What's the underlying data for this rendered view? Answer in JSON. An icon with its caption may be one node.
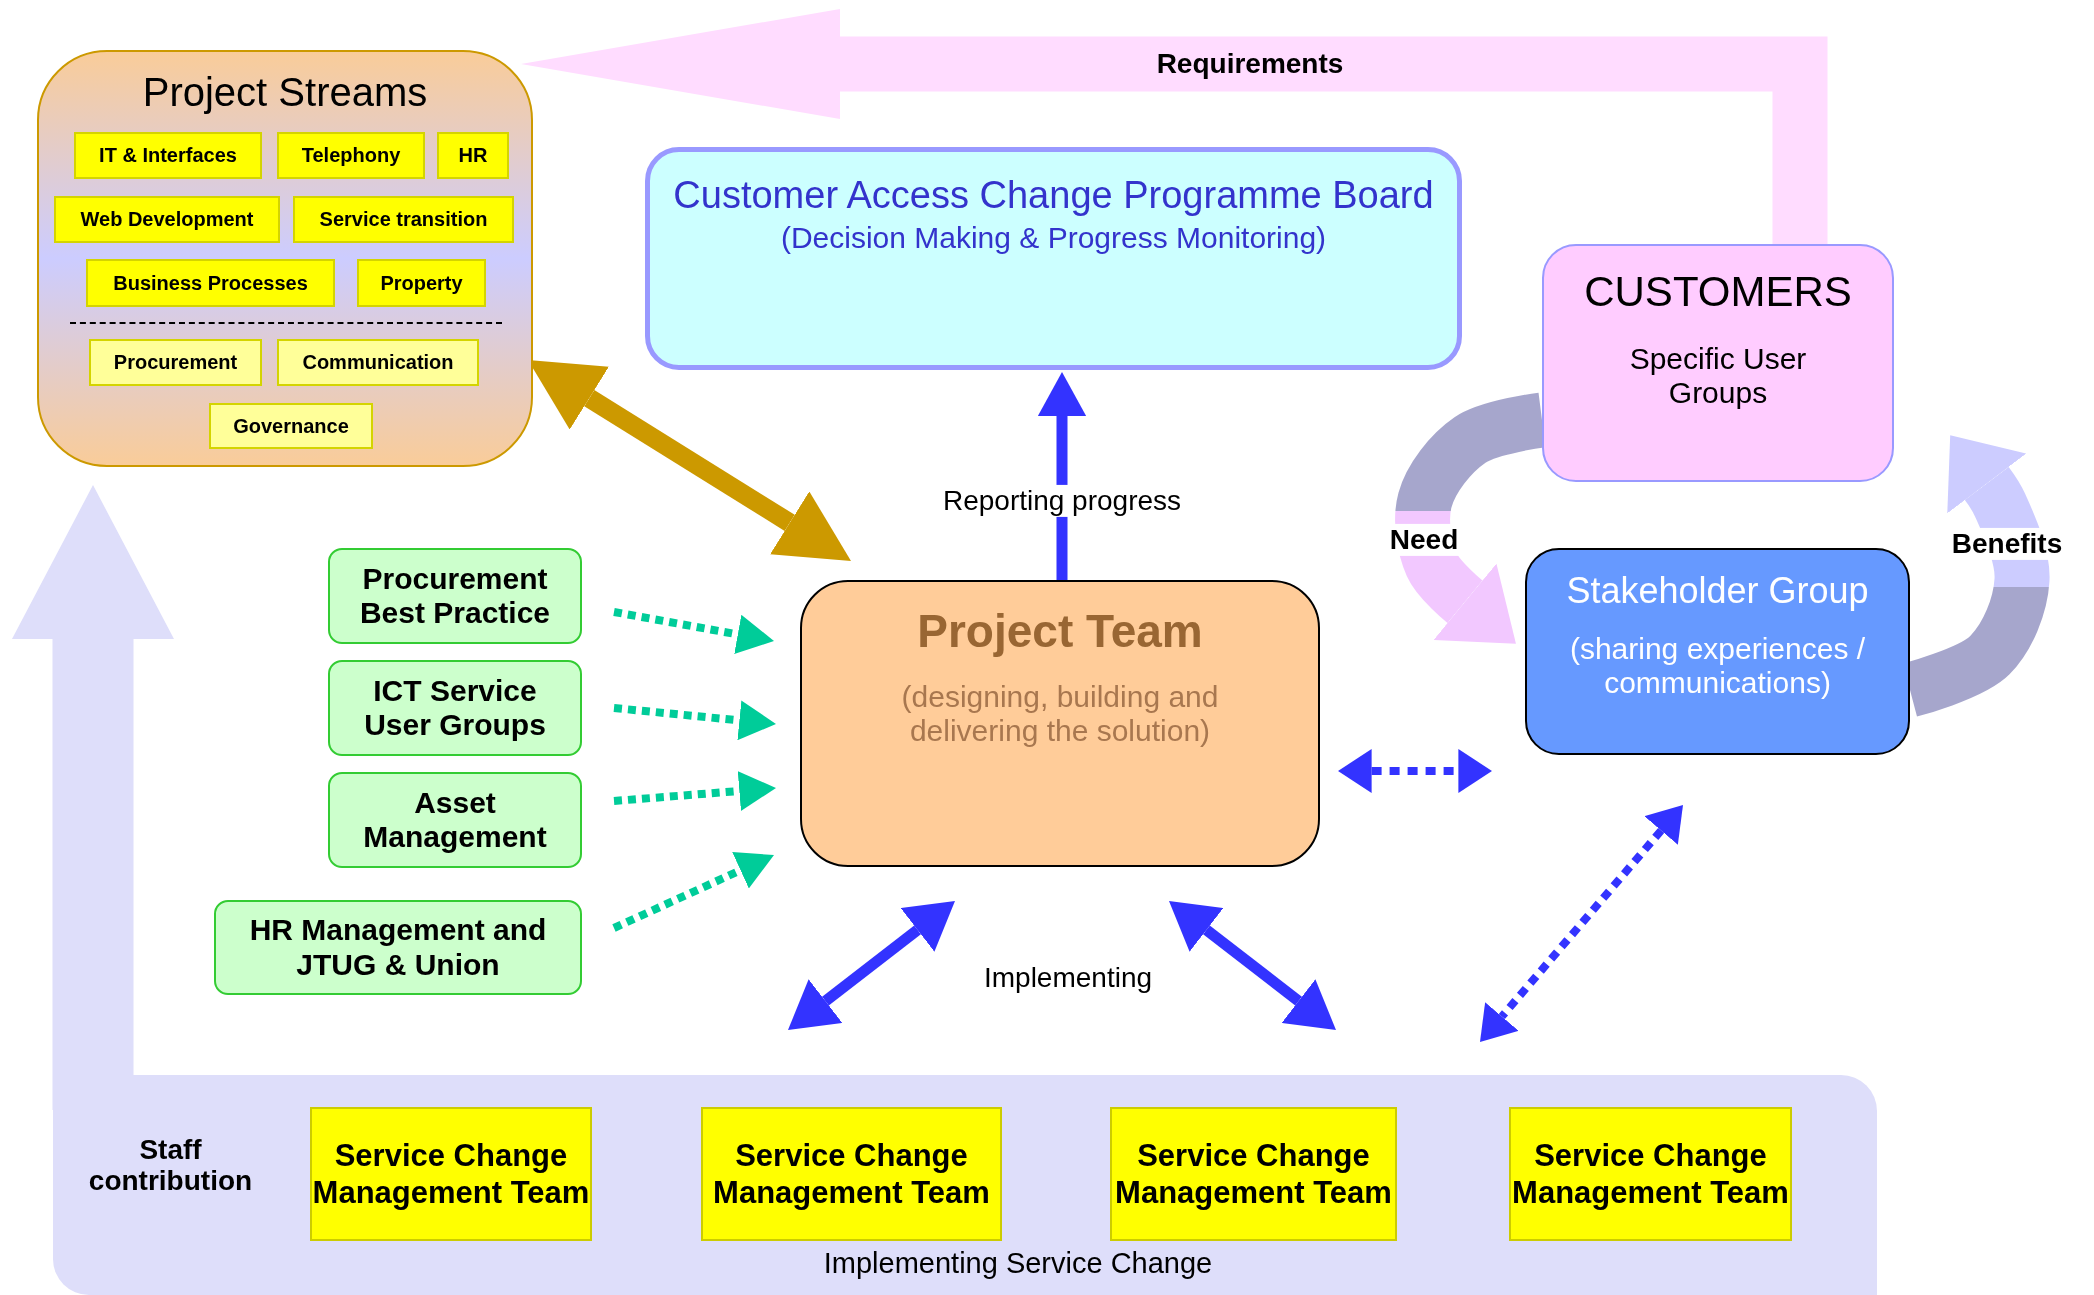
{
  "diagram": {
    "nodes": [
      {
        "text": [
          "Project Streams"
        ]
      },
      {
        "text": [
          "IT & Interfaces"
        ],
        "in": 0
      },
      {
        "text": [
          "Telephony"
        ],
        "in": 0
      },
      {
        "text": [
          "HR"
        ],
        "in": 0
      },
      {
        "text": [
          "Web Development"
        ],
        "in": 0
      },
      {
        "text": [
          "Service transition"
        ],
        "in": 0
      },
      {
        "text": [
          "Business Processes"
        ],
        "in": 0
      },
      {
        "text": [
          "Property"
        ],
        "in": 0
      },
      {
        "text": [
          "Procurement"
        ],
        "in": 0
      },
      {
        "text": [
          "Communication"
        ],
        "in": 0
      },
      {
        "text": [
          "Governance"
        ],
        "in": 0
      },
      {
        "text": [
          "Customer Access Change Programme Board",
          "(Decision Making & Progress Monitoring)"
        ]
      },
      {
        "text": [
          "CUSTOMERS",
          "Specific User Groups"
        ]
      },
      {
        "text": [
          "Stakeholder Group",
          "(sharing experiences / communications)"
        ]
      },
      {
        "text": [
          "Project Team",
          "(designing, building and delivering the solution)"
        ]
      },
      {
        "text": [
          "Procurement Best Practice"
        ]
      },
      {
        "text": [
          "ICT Service User Groups"
        ]
      },
      {
        "text": [
          "Asset Management"
        ]
      },
      {
        "text": [
          "HR Management and JTUG & Union"
        ]
      },
      {
        "text": [
          "Staff contribution",
          "Implementing Service Change"
        ]
      },
      {
        "text": [
          "Service Change Management Team"
        ],
        "in": 19
      },
      {
        "text": [
          "Service Change Management Team"
        ],
        "in": 19
      },
      {
        "text": [
          "Service Change Management Team"
        ],
        "in": 19
      },
      {
        "text": [
          "Service Change Management Team"
        ],
        "in": 19
      }
    ],
    "edges": [
      {
        "from": 0,
        "to": 14,
        "arrow": "both",
        "style": "thick",
        "color": "#cc9900"
      },
      {
        "from": 14,
        "to": 11,
        "arrow": "to",
        "label": "Reporting progress"
      },
      {
        "from": 15,
        "to": 14,
        "arrow": "to",
        "style": "dashed",
        "color": "#00cc99"
      },
      {
        "from": 16,
        "to": 14,
        "arrow": "to",
        "style": "dashed",
        "color": "#00cc99"
      },
      {
        "from": 17,
        "to": 14,
        "arrow": "to",
        "style": "dashed",
        "color": "#00cc99"
      },
      {
        "from": 18,
        "to": 14,
        "arrow": "to",
        "style": "dashed",
        "color": "#00cc99"
      },
      {
        "from": 14,
        "to": 13,
        "arrow": "both",
        "style": "dashed"
      },
      {
        "from": 14,
        "to": 19,
        "arrow": "both",
        "label": "Implementing"
      },
      {
        "from": 14,
        "to": 19,
        "arrow": "both"
      },
      {
        "from": 13,
        "to": 19,
        "arrow": "both",
        "style": "dashed"
      },
      {
        "from": 12,
        "to": 0,
        "arrow": "to",
        "style": "thick",
        "color": "#ffdcff",
        "label": "Requirements"
      },
      {
        "from": 19,
        "to": 0,
        "arrow": "to",
        "style": "thick",
        "color": "#dedefa"
      },
      {
        "from": 12,
        "to": 13,
        "arrow": "to",
        "style": "thick",
        "color": "#f2c8ff",
        "label": "Need"
      },
      {
        "from": 13,
        "to": 12,
        "arrow": "to",
        "style": "thick",
        "color": "#ccccff",
        "label": "Benefits"
      }
    ]
  }
}
